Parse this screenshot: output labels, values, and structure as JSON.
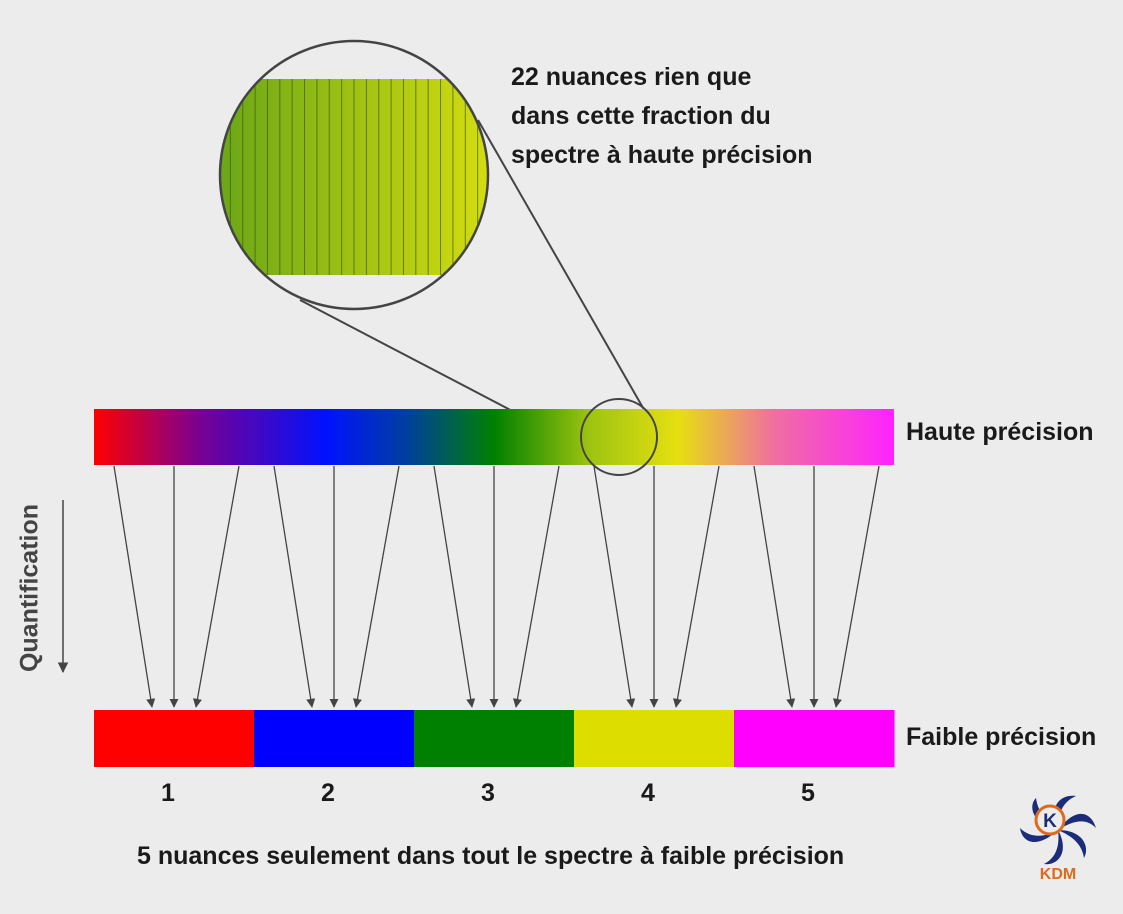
{
  "callout": {
    "lines": [
      "22 nuances rien que",
      "dans cette fraction du",
      "spectre à haute précision"
    ],
    "zoom_band_count": 22,
    "zoom_gradient": [
      "#6aa617",
      "#d4dd10"
    ]
  },
  "high_precision": {
    "label": "Haute précision",
    "gradient_stops": [
      {
        "offset": 0,
        "color": "#ff0000"
      },
      {
        "offset": 0.13,
        "color": "#7a0090"
      },
      {
        "offset": 0.29,
        "color": "#0011ff"
      },
      {
        "offset": 0.39,
        "color": "#003f9f"
      },
      {
        "offset": 0.5,
        "color": "#008000"
      },
      {
        "offset": 0.62,
        "color": "#9ec410"
      },
      {
        "offset": 0.73,
        "color": "#e6e010"
      },
      {
        "offset": 0.85,
        "color": "#ee6fa0"
      },
      {
        "offset": 1,
        "color": "#ff22ff"
      }
    ]
  },
  "low_precision": {
    "label": "Faible précision",
    "buckets": [
      {
        "number": "1",
        "color": "#ff0000"
      },
      {
        "number": "2",
        "color": "#0000ff"
      },
      {
        "number": "3",
        "color": "#008000"
      },
      {
        "number": "4",
        "color": "#dddd00"
      },
      {
        "number": "5",
        "color": "#ff00ff"
      }
    ]
  },
  "axis": {
    "title": "Quantification"
  },
  "footer": "5 nuances seulement dans tout le spectre à faible précision",
  "logo": {
    "text": "KDM",
    "icon": "kdm-logo-icon",
    "colors": [
      "#1b2d7a",
      "#e06a1c"
    ]
  }
}
